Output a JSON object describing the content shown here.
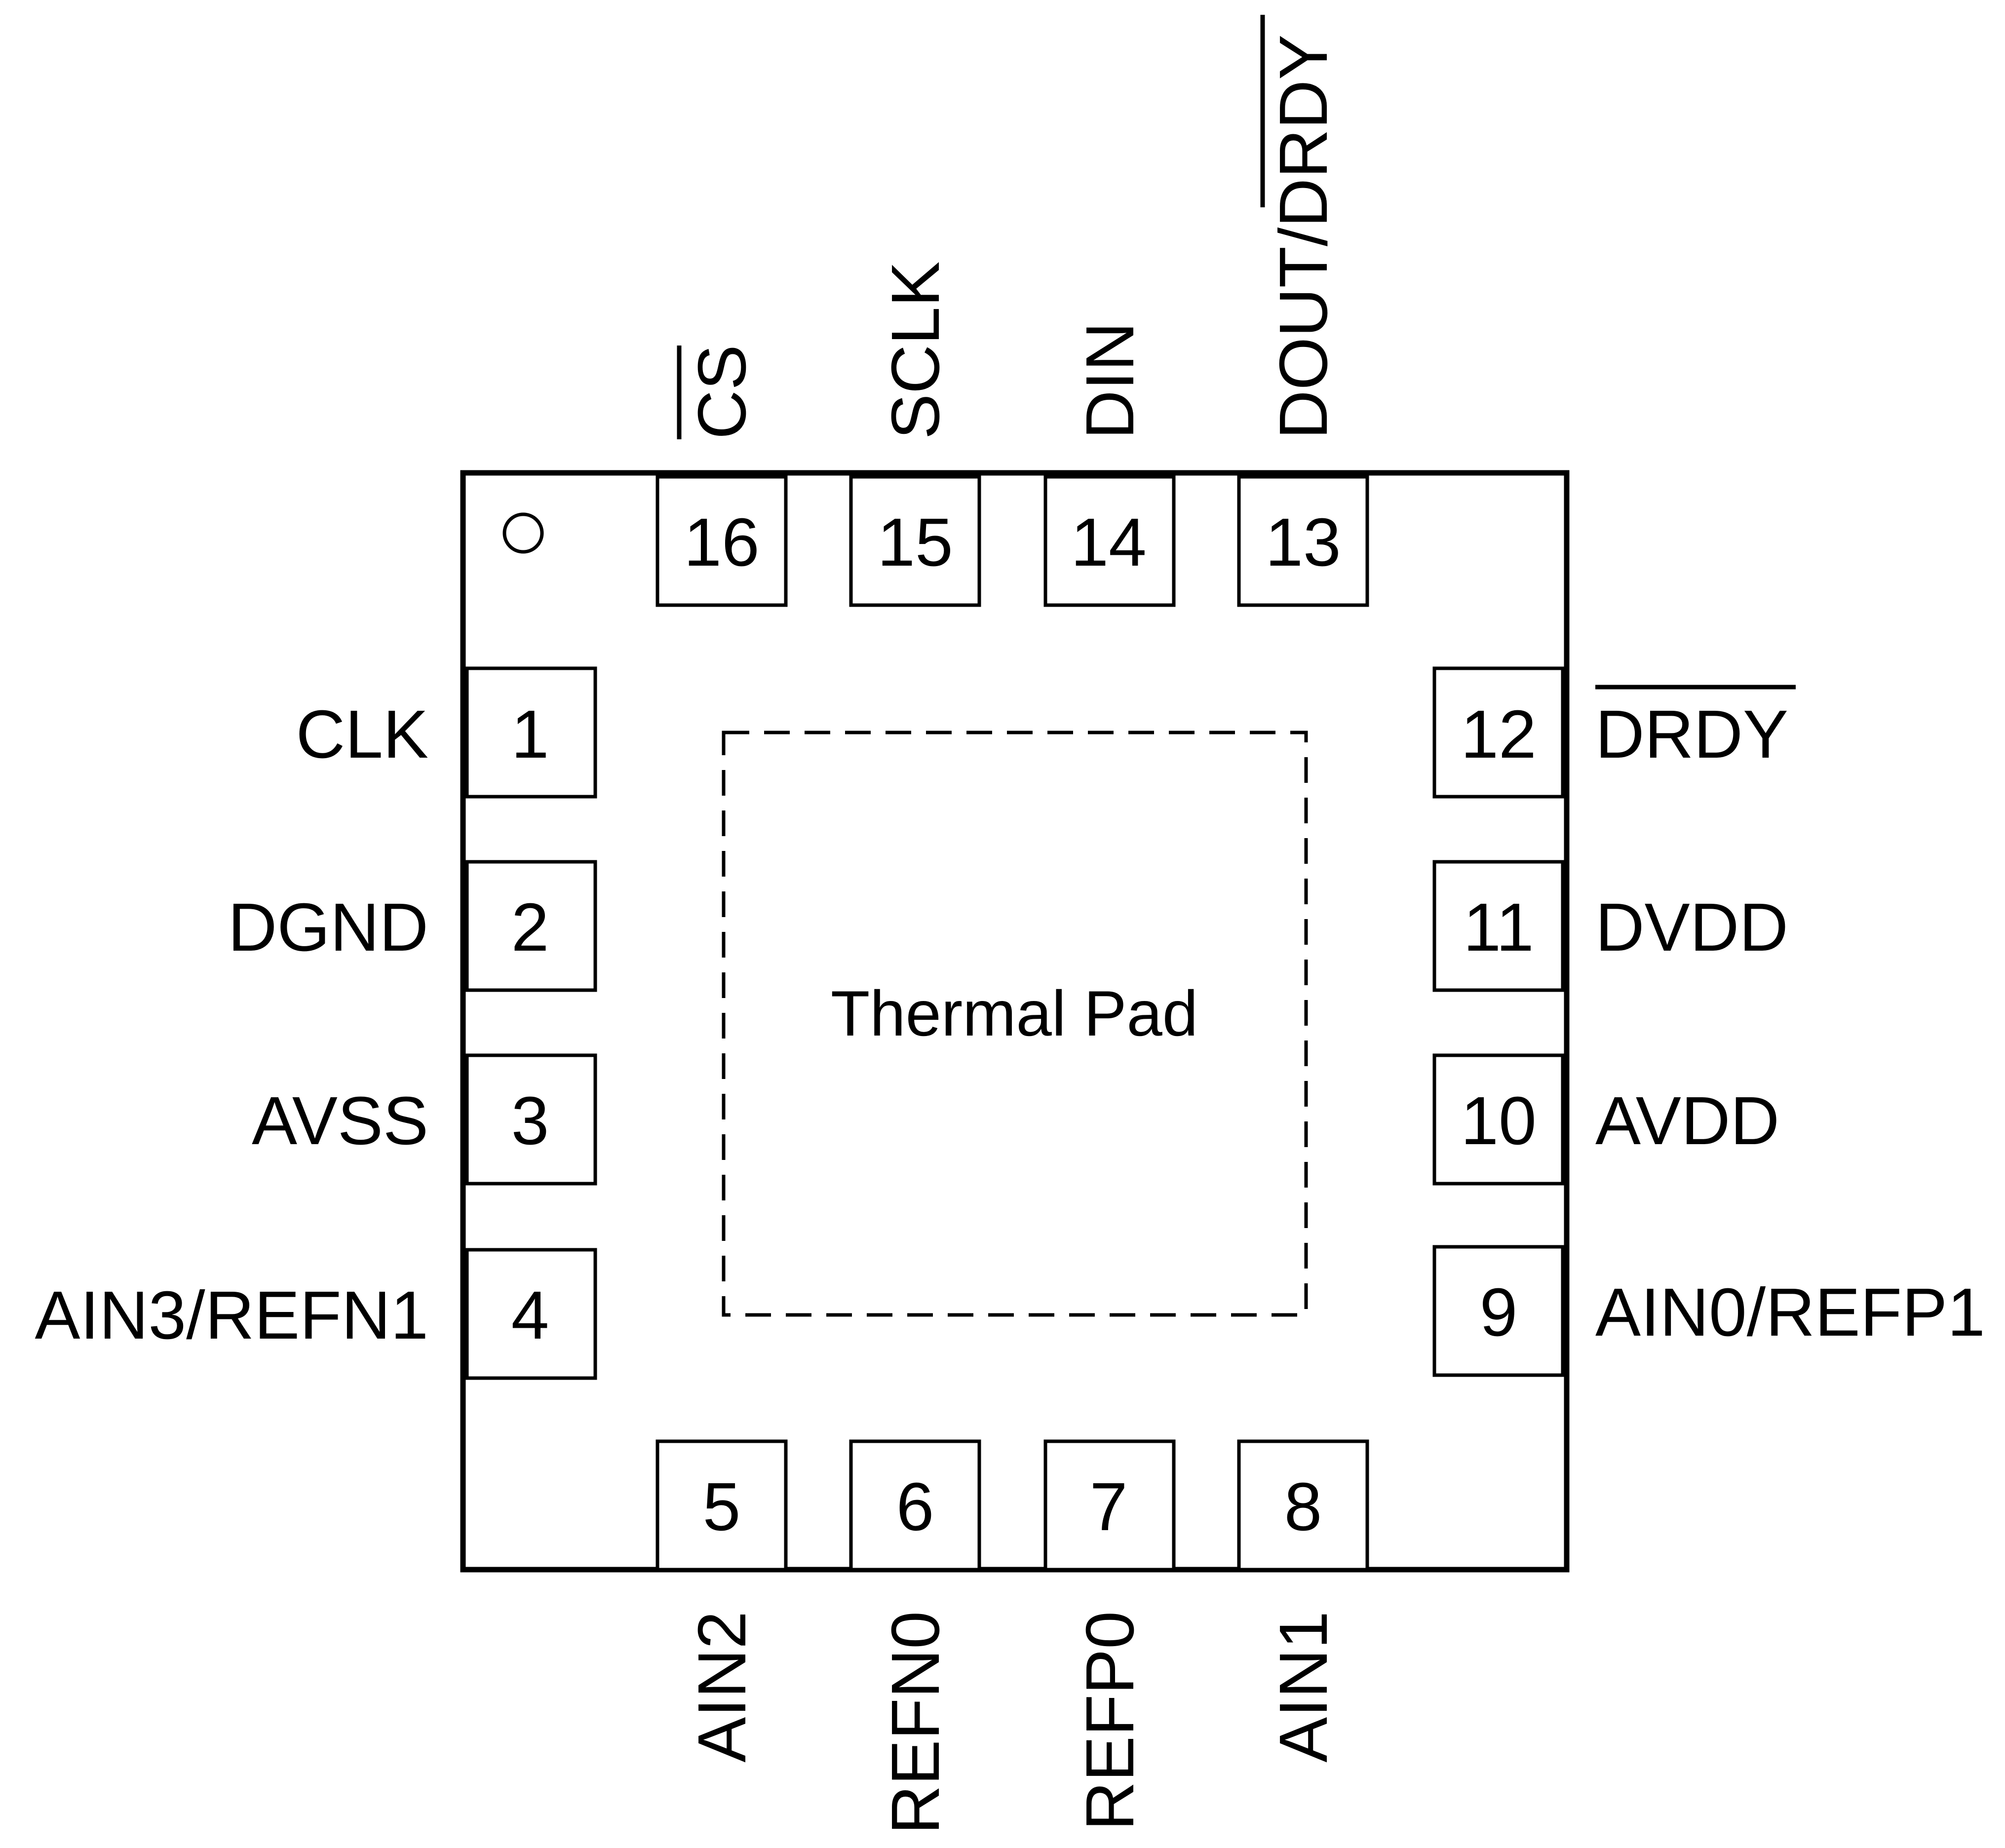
{
  "package": {
    "thermal_pad_label": "Thermal Pad"
  },
  "pins": {
    "p1": {
      "number": "1",
      "name": "CLK"
    },
    "p2": {
      "number": "2",
      "name": "DGND"
    },
    "p3": {
      "number": "3",
      "name": "AVSS"
    },
    "p4": {
      "number": "4",
      "name": "AIN3/REFN1"
    },
    "p5": {
      "number": "5",
      "name": "AIN2"
    },
    "p6": {
      "number": "6",
      "name": "REFN0"
    },
    "p7": {
      "number": "7",
      "name": "REFP0"
    },
    "p8": {
      "number": "8",
      "name": "AIN1"
    },
    "p9": {
      "number": "9",
      "name": "AIN0/REFP1"
    },
    "p10": {
      "number": "10",
      "name": "AVDD"
    },
    "p11": {
      "number": "11",
      "name": "DVDD"
    },
    "p12": {
      "number": "12",
      "name": "DRDY",
      "overbar": "full"
    },
    "p13": {
      "number": "13",
      "name_plain": "DOUT/",
      "name_overbar": "DRDY"
    },
    "p14": {
      "number": "14",
      "name": "DIN"
    },
    "p15": {
      "number": "15",
      "name": "SCLK"
    },
    "p16": {
      "number": "16",
      "name": "CS",
      "overbar": "full"
    }
  }
}
